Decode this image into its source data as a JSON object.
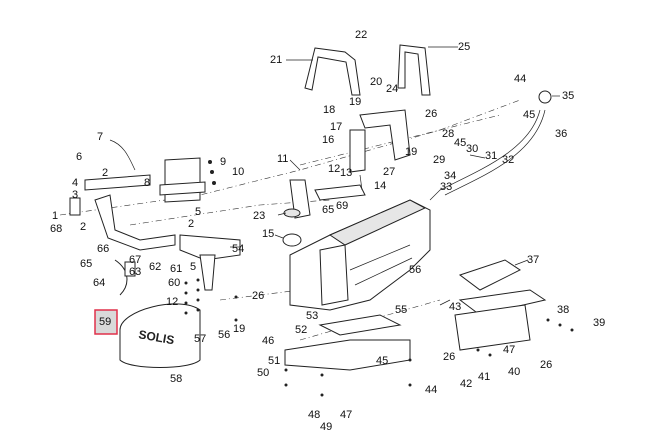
{
  "diagram": {
    "brand_text": "SOLIS",
    "highlighted_callout": "59",
    "colors": {
      "line": "#222222",
      "highlight_fill": "#d9d9d9",
      "highlight_border": "#e0304a"
    },
    "callouts": {
      "c1": "1",
      "c2a": "2",
      "c2b": "2",
      "c2c": "2",
      "c3": "3",
      "c4": "4",
      "c5a": "5",
      "c5b": "5",
      "c6": "6",
      "c7": "7",
      "c8": "8",
      "c9": "9",
      "c10": "10",
      "c11": "11",
      "c12a": "12",
      "c12b": "12",
      "c13": "13",
      "c14": "14",
      "c15": "15",
      "c16": "16",
      "c17": "17",
      "c18": "18",
      "c19a": "19",
      "c19b": "19",
      "c19c": "19",
      "c20": "20",
      "c21": "21",
      "c22": "22",
      "c23": "23",
      "c24": "24",
      "c25": "25",
      "c26a": "26",
      "c26b": "26",
      "c26c": "26",
      "c26d": "26",
      "c27": "27",
      "c28": "28",
      "c29": "29",
      "c30": "30",
      "c31": "31",
      "c32": "32",
      "c33": "33",
      "c34": "34",
      "c35": "35",
      "c36": "36",
      "c37": "37",
      "c38": "38",
      "c39": "39",
      "c40": "40",
      "c41": "41",
      "c42": "42",
      "c43": "43",
      "c44a": "44",
      "c44b": "44",
      "c45a": "45",
      "c45b": "45",
      "c45c": "45",
      "c46": "46",
      "c47a": "47",
      "c47b": "47",
      "c48": "48",
      "c49": "49",
      "c50": "50",
      "c51": "51",
      "c52": "52",
      "c53": "53",
      "c54": "54",
      "c55": "55",
      "c56a": "56",
      "c56b": "56",
      "c57": "57",
      "c58": "58",
      "c59": "59",
      "c60": "60",
      "c61": "61",
      "c62": "62",
      "c63": "63",
      "c64": "64",
      "c65a": "65",
      "c65b": "65",
      "c66": "66",
      "c67": "67",
      "c68": "68",
      "c69": "69"
    }
  }
}
